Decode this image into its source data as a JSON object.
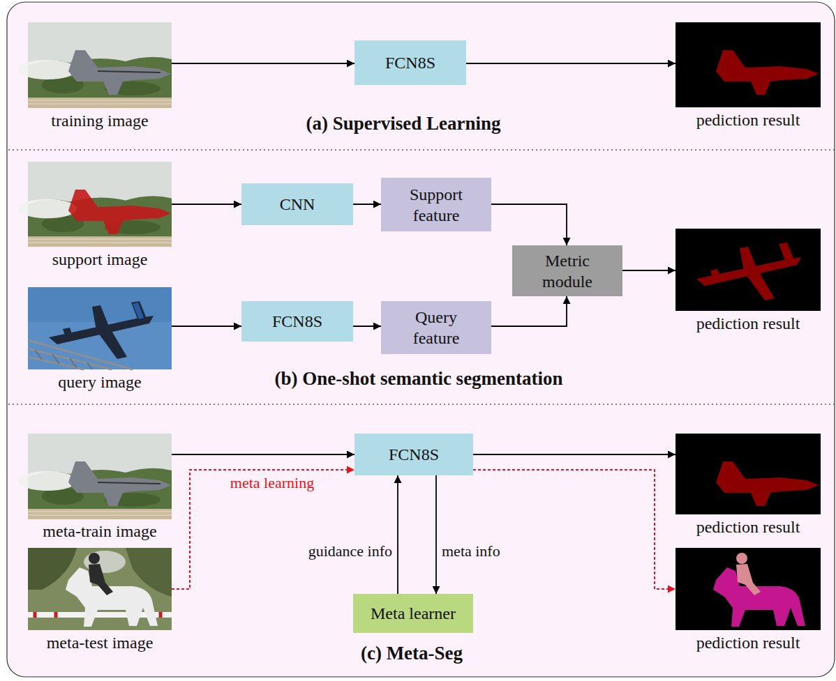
{
  "diagram": {
    "nodes": [
      {
        "text": [
          "training image"
        ]
      },
      {
        "text": [
          "FCN8S"
        ]
      },
      {
        "text": [
          "pediction result"
        ]
      },
      {
        "text": [
          "support image"
        ]
      },
      {
        "text": [
          "CNN"
        ]
      },
      {
        "text": [
          "Support feature"
        ]
      },
      {
        "text": [
          "Metric module"
        ]
      },
      {
        "text": [
          "pediction result"
        ]
      },
      {
        "text": [
          "query image"
        ]
      },
      {
        "text": [
          "FCN8S"
        ]
      },
      {
        "text": [
          "Query feature"
        ]
      },
      {
        "text": [
          "meta-train image"
        ]
      },
      {
        "text": [
          "FCN8S"
        ]
      },
      {
        "text": [
          "pediction result"
        ]
      },
      {
        "text": [
          "meta-test image"
        ]
      },
      {
        "text": [
          "Meta learner"
        ]
      },
      {
        "text": [
          "pediction result"
        ]
      }
    ],
    "edges": [
      {
        "from": 0,
        "to": 1,
        "arrow": "to"
      },
      {
        "from": 1,
        "to": 2,
        "arrow": "to"
      },
      {
        "from": 3,
        "to": 4,
        "arrow": "to"
      },
      {
        "from": 4,
        "to": 5,
        "arrow": "to"
      },
      {
        "from": 5,
        "to": 6,
        "arrow": "to"
      },
      {
        "from": 6,
        "to": 7,
        "arrow": "to"
      },
      {
        "from": 8,
        "to": 9,
        "arrow": "to"
      },
      {
        "from": 9,
        "to": 10,
        "arrow": "to"
      },
      {
        "from": 10,
        "to": 6,
        "arrow": "to"
      },
      {
        "from": 11,
        "to": 12,
        "arrow": "to"
      },
      {
        "from": 12,
        "to": 13,
        "arrow": "to"
      },
      {
        "from": 14,
        "to": 12,
        "label": "meta learning",
        "arrow": "to"
      },
      {
        "from": 12,
        "to": 16,
        "arrow": "to"
      },
      {
        "from": 15,
        "to": 12,
        "label": "guidance info",
        "arrow": "to"
      },
      {
        "from": 12,
        "to": 15,
        "label": "meta info",
        "arrow": "to"
      }
    ],
    "labels": [
      "(a) Supervised Learning",
      "(b) One-shot semantic segmentation",
      "(c) Meta-Seg"
    ]
  }
}
